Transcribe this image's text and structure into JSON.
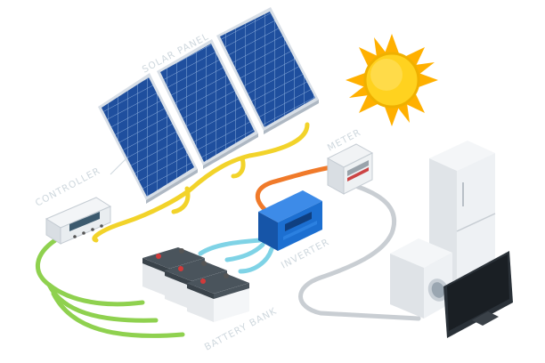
{
  "labels": {
    "solar_panel": "SOLAR PANEL",
    "controller": "CONTROLLER",
    "meter": "METER",
    "inverter": "INVERTER",
    "battery_bank": "BATTERY BANK"
  },
  "colors": {
    "panel_blue": "#1e4fa0",
    "panel_frame": "#cfd8e2",
    "cable_yellow": "#f2d32a",
    "cable_green": "#8fd14f",
    "cable_cyan": "#7fd3e6",
    "cable_orange": "#f07a2a",
    "cable_grey": "#c9ced3",
    "sun_yellow": "#ffc61a",
    "inverter_blue": "#1c6fd1",
    "label_color": "#cfd8de"
  },
  "components": [
    "solar-panel",
    "charge-controller",
    "battery-bank",
    "inverter",
    "meter",
    "refrigerator",
    "washing-machine",
    "television",
    "sun"
  ]
}
